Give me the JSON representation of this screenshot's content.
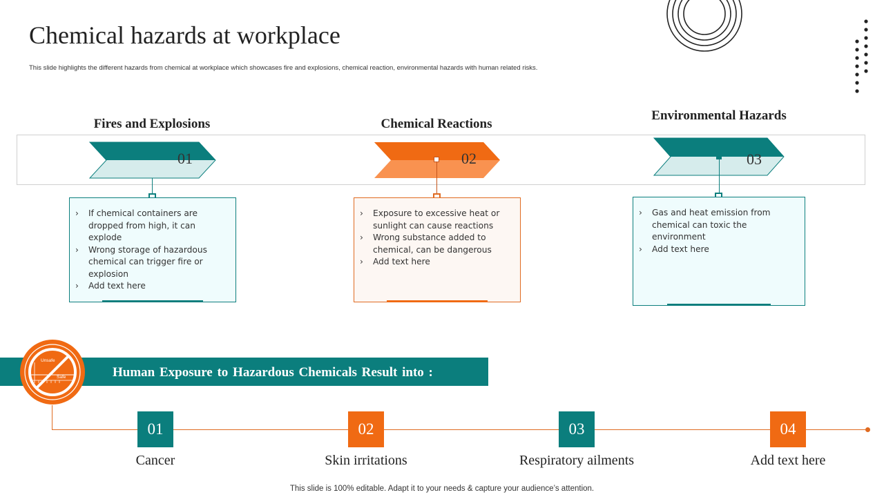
{
  "slide": {
    "title": "Chemical hazards at workplace",
    "subtitle": "This slide highlights the different hazards from chemical at workplace which showcases fire and explosions, chemical reaction, environmental hazards with human related risks."
  },
  "colors": {
    "teal": "#0b7e7d",
    "teal_light": "#d6ecec",
    "orange": "#f06a13",
    "orange_light": "#f99250",
    "card_teal_bg": "#effcfd",
    "card_orange_bg": "#fdf7f3"
  },
  "hazards": [
    {
      "heading": "Fires and Explosions",
      "number": "01",
      "bullets": [
        "If chemical containers are dropped from high, it can explode",
        "Wrong storage of hazardous chemical can trigger fire or explosion",
        "Add text here"
      ]
    },
    {
      "heading": "Chemical Reactions",
      "number": "02",
      "bullets": [
        "Exposure to excessive heat or sunlight can cause reactions",
        "Wrong substance added to chemical, can be dangerous",
        "Add text here"
      ]
    },
    {
      "heading": "Environmental  Hazards",
      "number": "03",
      "bullets": [
        "Gas and heat emission from chemical can toxic the environment",
        "Add text here"
      ]
    }
  ],
  "banner": {
    "text": "Human Exposure to Hazardous Chemicals Result into :",
    "badge_top": "Unsafe",
    "badge_bottom": "Safe"
  },
  "results": [
    {
      "number": "01",
      "label": "Cancer"
    },
    {
      "number": "02",
      "label": "Skin irritations"
    },
    {
      "number": "03",
      "label": "Respiratory  ailments"
    },
    {
      "number": "04",
      "label": "Add text here"
    }
  ],
  "footer": "This slide is 100% editable. Adapt it to your needs & capture your audience’s attention.",
  "icons": [
    "concentric-circles-icon",
    "dot-grid-icon",
    "no-entry-icon"
  ]
}
